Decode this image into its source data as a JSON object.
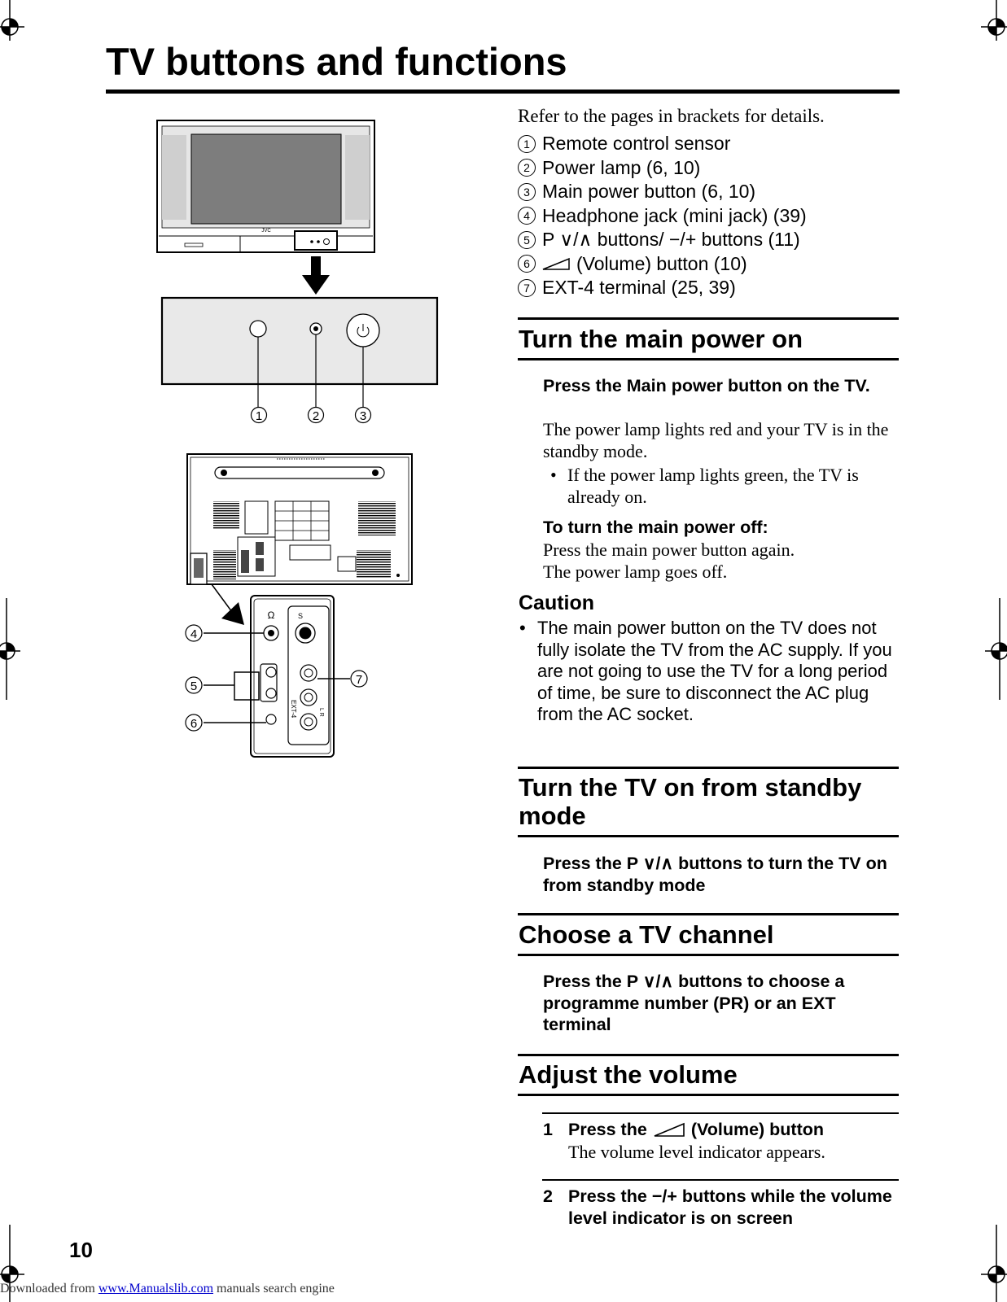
{
  "title": "TV buttons and functions",
  "intro": "Refer to the pages in brackets for details.",
  "features": [
    {
      "num": "1",
      "label": "Remote control sensor"
    },
    {
      "num": "2",
      "label": "Power lamp (6, 10)"
    },
    {
      "num": "3",
      "label": "Main power button (6, 10)"
    },
    {
      "num": "4",
      "label": "Headphone jack (mini jack) (39)"
    },
    {
      "num": "5",
      "label": "P ∨/∧ buttons/ −/+ buttons (11)"
    },
    {
      "num": "6",
      "label": "(Volume) button (10)"
    },
    {
      "num": "7",
      "label": "EXT-4 terminal (25, 39)"
    }
  ],
  "sections": {
    "power_on": {
      "heading": "Turn the main power on",
      "instruction": "Press the Main power button on the TV.",
      "body": "The power lamp lights red and your TV is in the standby mode.",
      "bullet": "If the power lamp lights green, the TV is already on.",
      "sub_heading": "To turn the main power off:",
      "sub_body1": "Press the main power button again.",
      "sub_body2": "The power lamp goes off."
    },
    "caution": {
      "heading": "Caution",
      "text": "The main power button on the TV does not fully isolate the TV from the AC supply. If you are not going to use the TV for a long period of time, be sure to disconnect the AC plug from the AC socket."
    },
    "standby": {
      "heading": "Turn the TV on from standby mode",
      "instruction": "Press the P ∨/∧ buttons to turn the TV on from standby mode"
    },
    "channel": {
      "heading": "Choose a TV channel",
      "instruction": "Press the P ∨/∧ buttons to choose a programme number (PR) or an EXT terminal"
    },
    "volume": {
      "heading": "Adjust the volume",
      "step1_num": "1",
      "step1_pre": "Press the",
      "step1_post": "(Volume) button",
      "step1_body": "The volume level indicator appears.",
      "step2_num": "2",
      "step2_text": "Press the −/+ buttons while the volume level indicator is on screen"
    }
  },
  "diagram": {
    "brand": "JVC",
    "callouts": [
      "1",
      "2",
      "3",
      "4",
      "5",
      "6",
      "7"
    ],
    "panel_labels": {
      "s_video": "S",
      "ext": "EXT-4",
      "audio": "L R"
    }
  },
  "page_number": "10",
  "footer": {
    "prefix": "Downloaded from ",
    "link": "www.Manualslib.com",
    "suffix": " manuals search engine"
  }
}
